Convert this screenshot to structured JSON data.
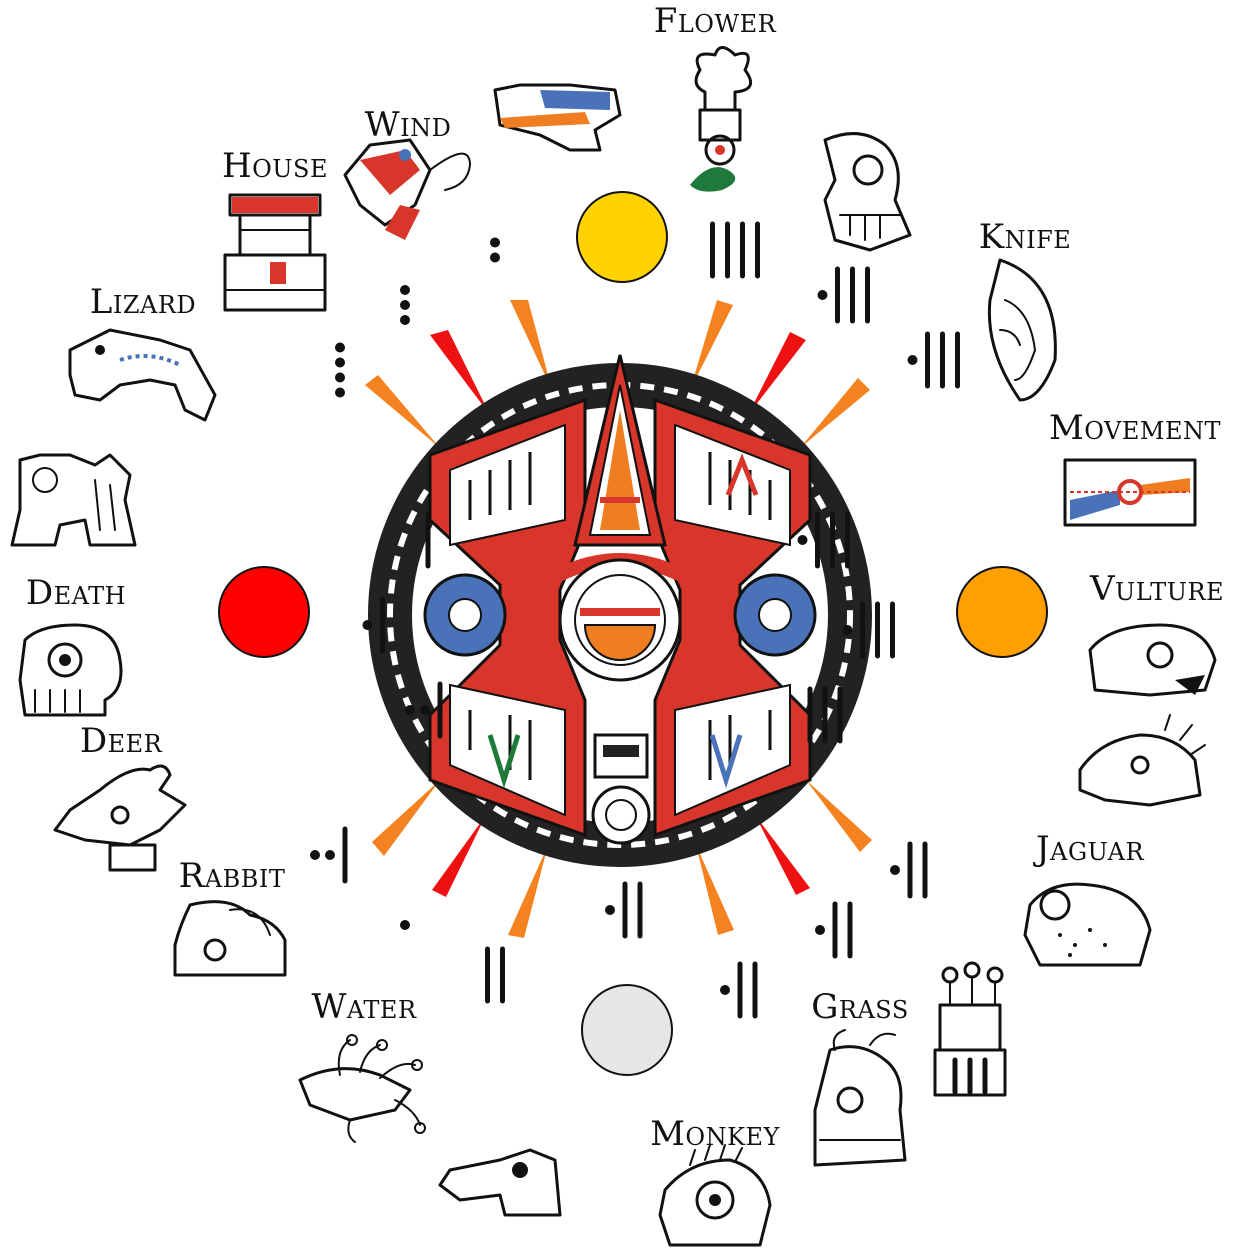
{
  "labels": {
    "flower": "Flower",
    "wind": "Wind",
    "house": "House",
    "lizard": "Lizard",
    "knife": "Knife",
    "movement": "Movement",
    "vulture": "Vulture",
    "death": "Death",
    "deer": "Deer",
    "rabbit": "Rabbit",
    "jaguar": "Jaguar",
    "water": "Water",
    "grass": "Grass",
    "monkey": "Monkey"
  },
  "colors": {
    "north_sun": "#ffd200",
    "east_sun": "#ff9f00",
    "west_sun": "#ff0000",
    "south_sun": "#e6e6e6",
    "glyph_red": "#d8362a",
    "glyph_blue": "#4a72b8",
    "glyph_orange": "#ef7d22",
    "ray_red": "#ee1111",
    "ray_orange": "#f58220"
  },
  "count_marks": [
    {
      "dots": 0,
      "bars": 4
    },
    {
      "dots": 1,
      "bars": 3
    },
    {
      "dots": 1,
      "bars": 3
    },
    {
      "dots": 1,
      "bars": 3
    },
    {
      "dots": 1,
      "bars": 3
    },
    {
      "dots": 0,
      "bars": 3
    },
    {
      "dots": 1,
      "bars": 2
    },
    {
      "dots": 1,
      "bars": 2
    },
    {
      "dots": 1,
      "bars": 2
    },
    {
      "dots": 1,
      "bars": 2
    },
    {
      "dots": 0,
      "bars": 2
    },
    {
      "dots": 2,
      "bars": 1
    },
    {
      "dots": 2,
      "bars": 1
    },
    {
      "dots": 1,
      "bars": 1
    },
    {
      "dots": 0,
      "bars": 1
    },
    {
      "dots": 2,
      "bars": 0
    },
    {
      "dots": 3,
      "bars": 0
    },
    {
      "dots": 4,
      "bars": 0
    },
    {
      "dots": 1,
      "bars": 0
    }
  ]
}
